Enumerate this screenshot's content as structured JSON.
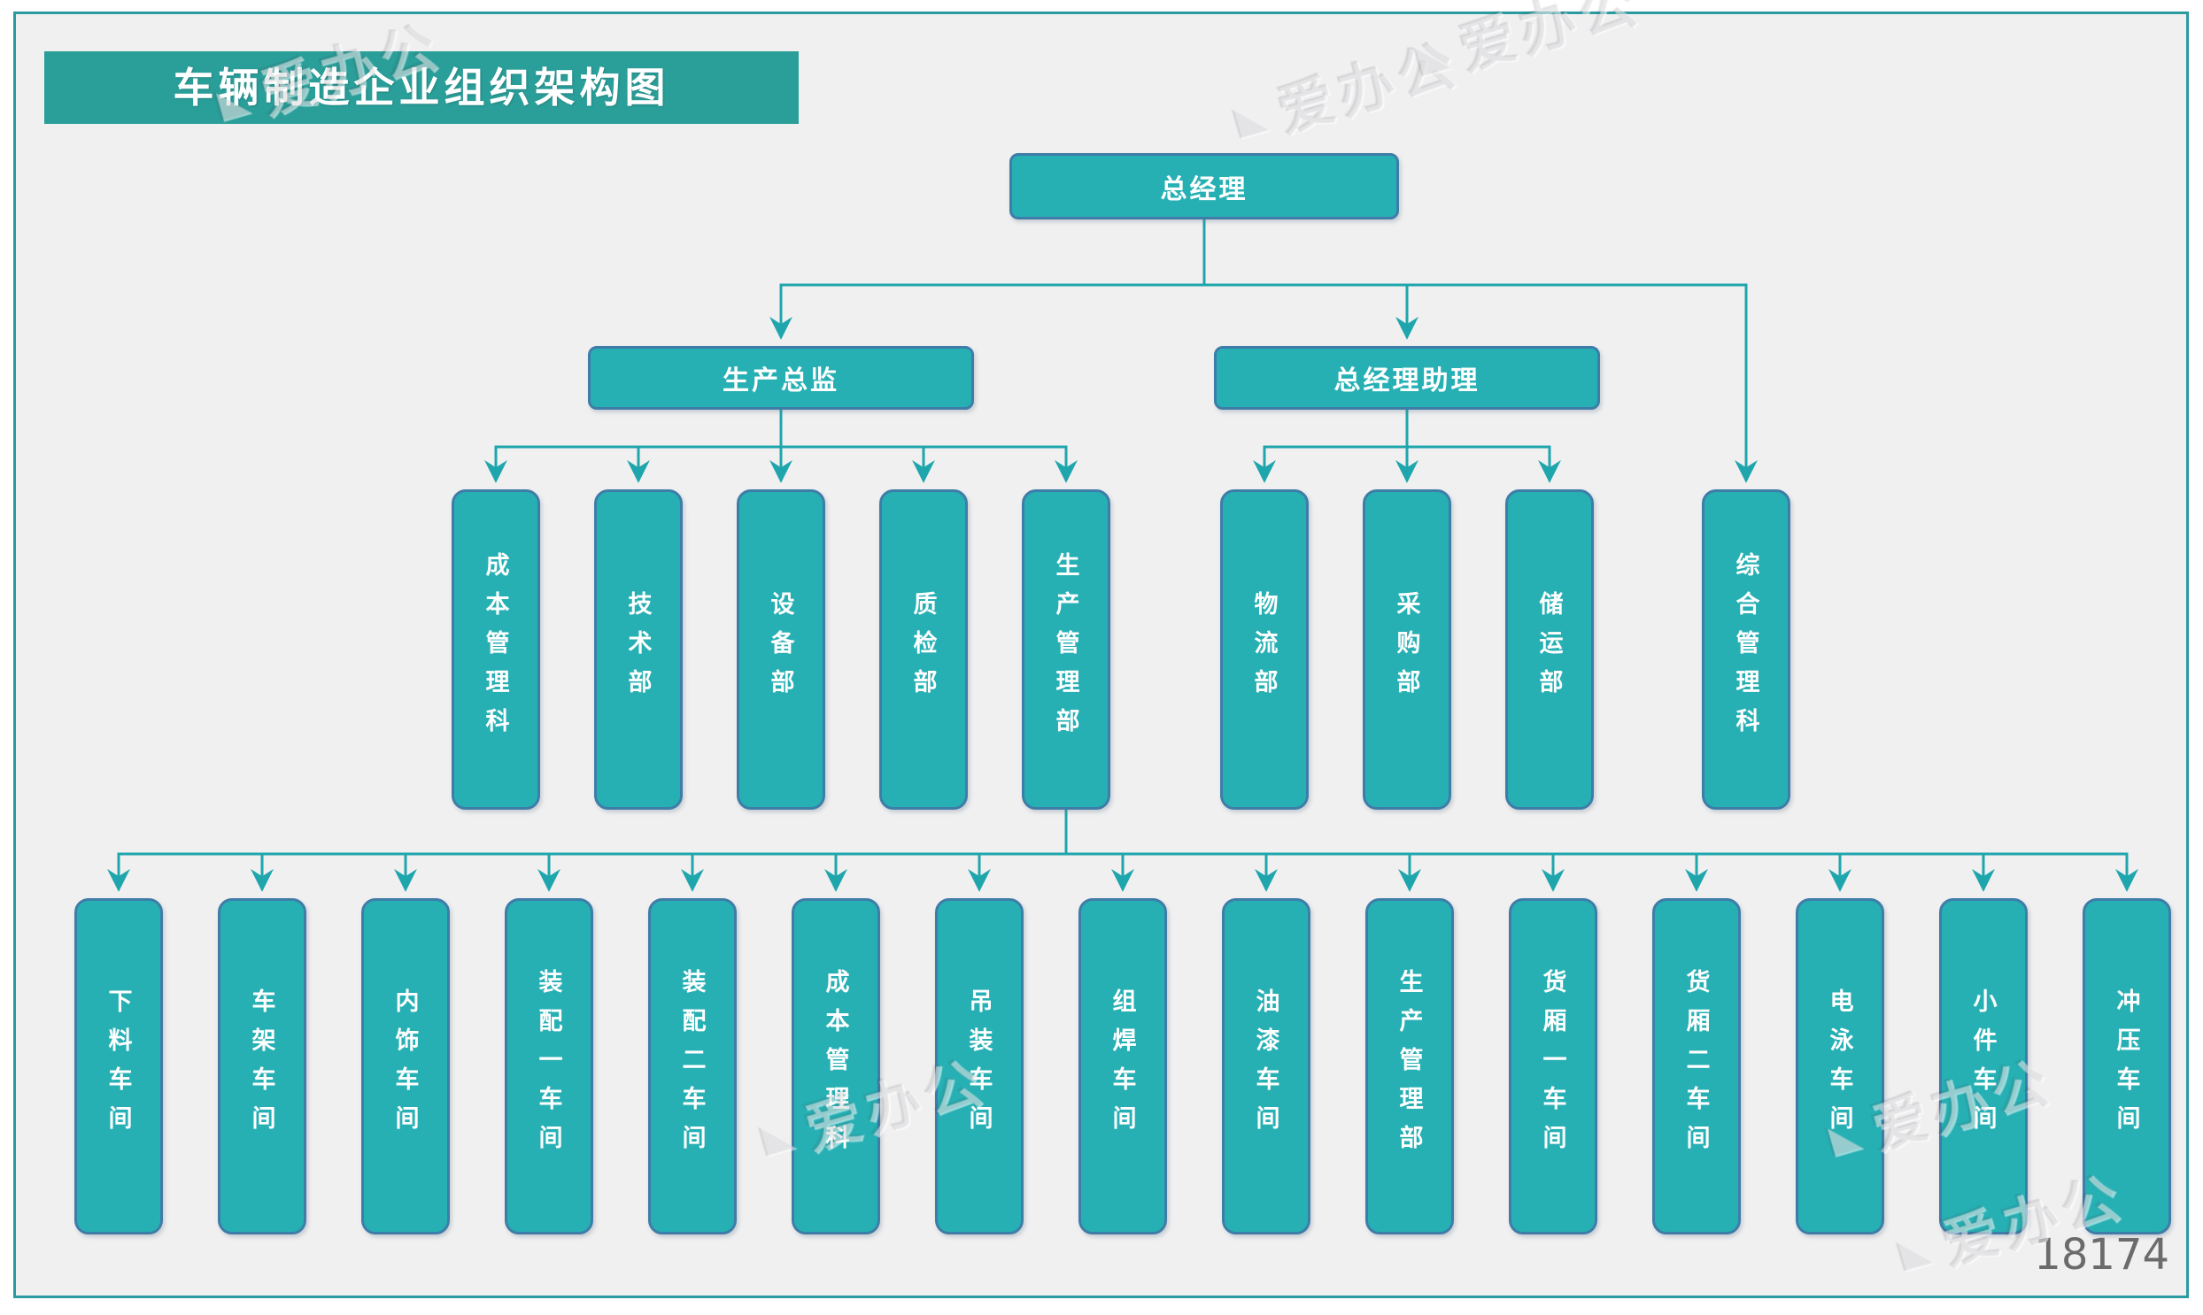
{
  "title": "车辆制造企业组织架构图",
  "corner_number": "18174",
  "watermark": {
    "text": "爱办公",
    "logo_icon": "triangle"
  },
  "colors": {
    "node_fill": "#27b0b4",
    "node_border": "#3e7da8",
    "connector": "#1fa6ad",
    "title_bar": "#2a9e99",
    "frame_border": "#2b9ba1",
    "canvas_background": "#f0f0f1",
    "corner_number_color": "#6b6b6b"
  },
  "org": {
    "root": "总经理",
    "level2": [
      "生产总监",
      "总经理助理"
    ],
    "level3_production": [
      "成本管理科",
      "技术部",
      "设备部",
      "质检部",
      "生产管理部"
    ],
    "level3_assistant": [
      "物流部",
      "采购部",
      "储运部"
    ],
    "level3_direct": [
      "综合管理科"
    ],
    "level4_workshops": [
      "下料车间",
      "车架车间",
      "内饰车间",
      "装配一车间",
      "装配二车间",
      "成本管理科",
      "吊装车间",
      "组焊车间",
      "油漆车间",
      "生产管理部",
      "货厢一车间",
      "货厢二车间",
      "电泳车间",
      "小件车间",
      "冲压车间"
    ]
  }
}
